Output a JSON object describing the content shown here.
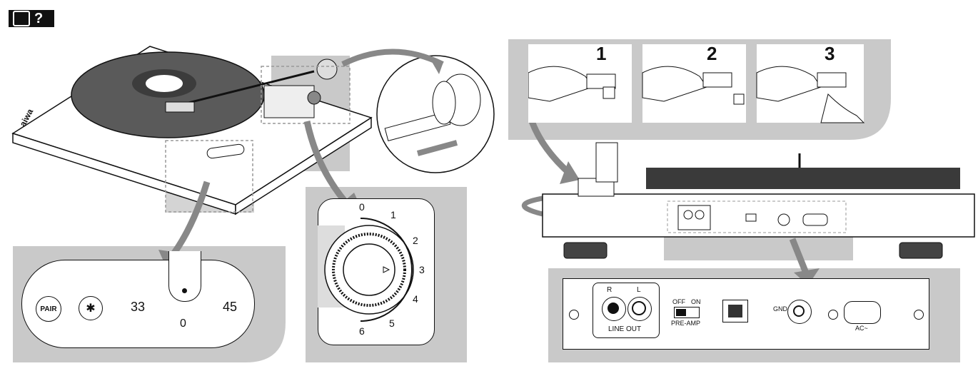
{
  "help_badge": {
    "symbol": "?"
  },
  "brand": {
    "logo_text": "aiwa"
  },
  "control_panel": {
    "pair_label": "PAIR",
    "bluetooth_symbol": "✱",
    "speed_33": "33",
    "speed_45": "45",
    "speed_0": "0"
  },
  "dial": {
    "ticks": [
      "0",
      "1",
      "2",
      "3",
      "4",
      "5",
      "6"
    ]
  },
  "steps": {
    "step1": "1",
    "step2": "2",
    "step3": "3"
  },
  "rear_panel": {
    "r_label": "R",
    "l_label": "L",
    "line_out": "LINE OUT",
    "off_label": "OFF",
    "on_label": "ON",
    "pre_amp": "PRE-AMP",
    "gnd_label": "GND",
    "ac_label": "AC~"
  },
  "colors": {
    "panel_gray": "#c9c9c9",
    "dark_platter": "#5a5a5a",
    "line": "#111111"
  }
}
